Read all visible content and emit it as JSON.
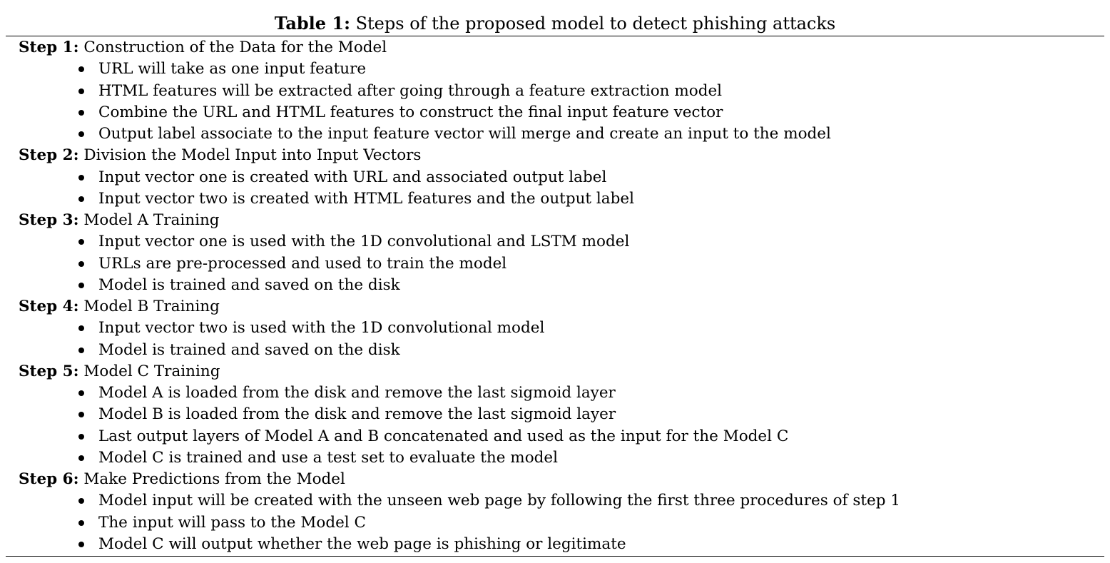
{
  "caption": {
    "label": "Table 1:",
    "text": " Steps of the proposed model to detect phishing attacks"
  },
  "steps": [
    {
      "label": "Step 1:",
      "title": " Construction of the Data for the Model",
      "items": [
        "URL will take as one input feature",
        "HTML features will be extracted after going through a feature extraction model",
        "Combine the URL and HTML features to construct the final input feature vector",
        "Output label associate to the input feature vector will merge and create an input to the model"
      ]
    },
    {
      "label": "Step 2:",
      "title": " Division the Model Input into Input Vectors",
      "items": [
        "Input vector one is created with URL and associated output label",
        "Input vector two is created with HTML features and the output label"
      ]
    },
    {
      "label": "Step 3:",
      "title": " Model A Training",
      "items": [
        "Input vector one is used with the 1D convolutional and LSTM model",
        "URLs are pre-processed and used to train the model",
        "Model is trained and saved on the disk"
      ]
    },
    {
      "label": "Step 4:",
      "title": " Model B Training",
      "items": [
        "Input vector two is used with the 1D convolutional model",
        "Model is trained and saved on the disk"
      ]
    },
    {
      "label": "Step 5:",
      "title": " Model C Training",
      "items": [
        "Model A is loaded from the disk and remove the last sigmoid layer",
        "Model B is loaded from the disk and remove the last sigmoid layer",
        "Last output layers of Model A and B concatenated and used as the input for the Model C",
        "Model C is trained and use a test set to evaluate the model"
      ]
    },
    {
      "label": "Step 6:",
      "title": " Make Predictions from the Model",
      "items": [
        "Model input will be created with the unseen web page by following the first three procedures of step 1",
        "The input will pass to the Model C",
        "Model C will output whether the web page is phishing or legitimate"
      ]
    }
  ]
}
